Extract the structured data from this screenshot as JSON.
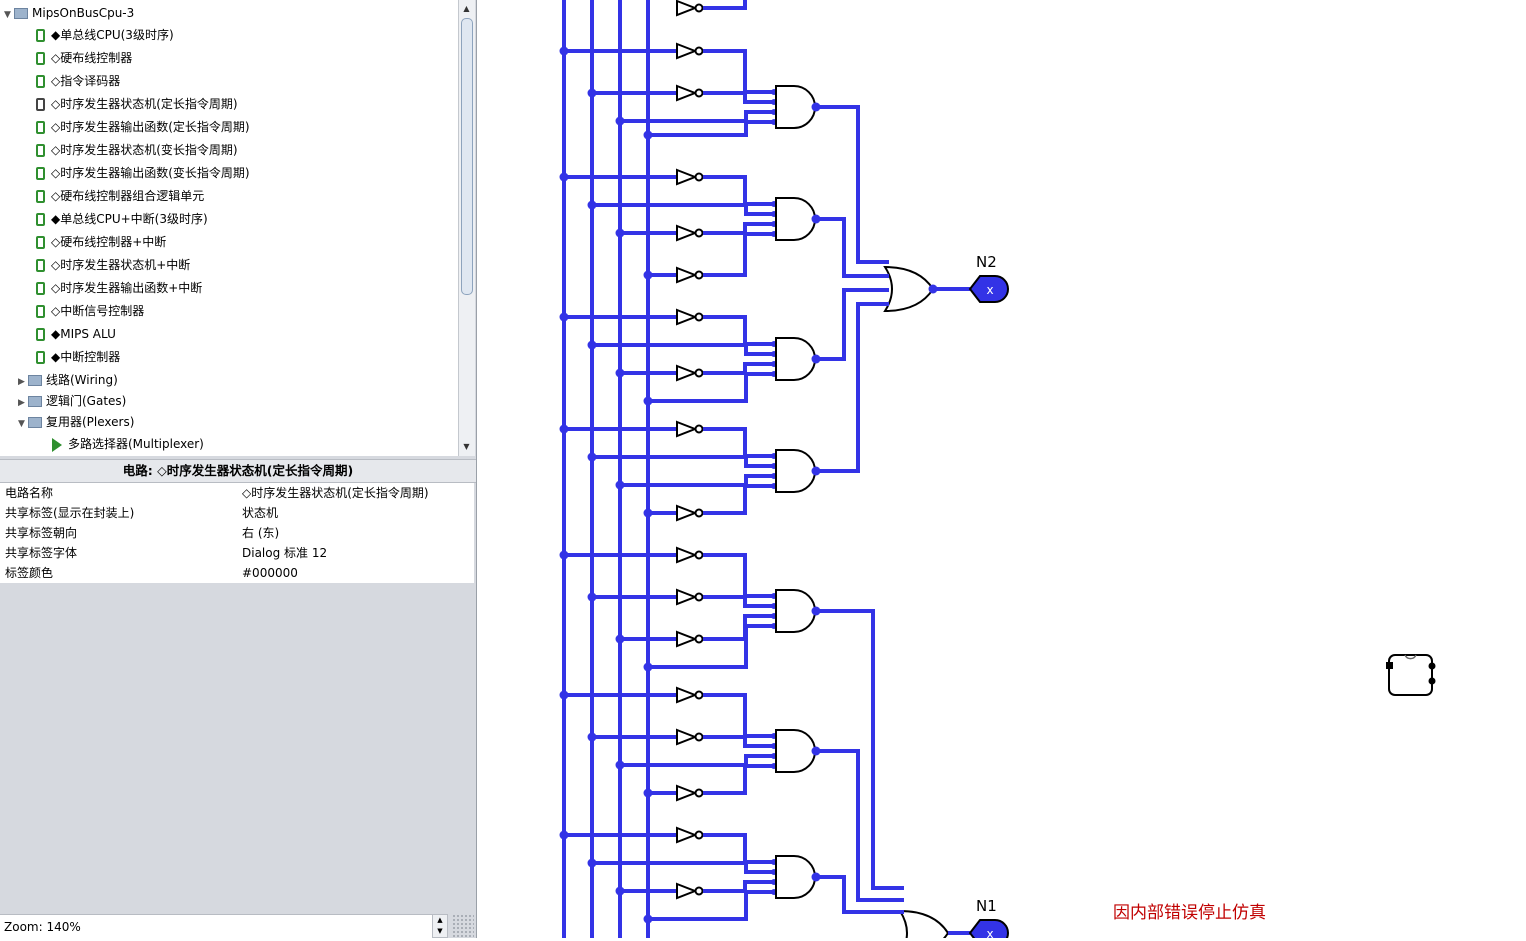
{
  "tree": {
    "project": "MipsOnBusCpu-3",
    "circuits": [
      "◆单总线CPU(3级时序)",
      "◇硬布线控制器",
      "◇指令译码器",
      "◇时序发生器状态机(定长指令周期)",
      "◇时序发生器输出函数(定长指令周期)",
      "◇时序发生器状态机(变长指令周期)",
      "◇时序发生器输出函数(变长指令周期)",
      "◇硬布线控制器组合逻辑单元",
      "◆单总线CPU+中断(3级时序)",
      "◇硬布线控制器+中断",
      "◇时序发生器状态机+中断",
      "◇时序发生器输出函数+中断",
      "◇中断信号控制器",
      "◆MIPS ALU",
      "◆中断控制器"
    ],
    "libraries": [
      "线路(Wiring)",
      "逻辑门(Gates)",
      "复用器(Plexers)"
    ],
    "library_item": "多路选择器(Multiplexer)",
    "icons": [
      "folder-icon",
      "circuit-icon",
      "magnifier-icon",
      "multiplexer-icon"
    ]
  },
  "props": {
    "title": "电路: ◇时序发生器状态机(定长指令周期)",
    "rows": [
      {
        "key": "电路名称",
        "value": "◇时序发生器状态机(定长指令周期)"
      },
      {
        "key": "共享标签(显示在封装上)",
        "value": "状态机"
      },
      {
        "key": "共享标签朝向",
        "value": "右 (东)"
      },
      {
        "key": "共享标签字体",
        "value": "Dialog 标准 12"
      },
      {
        "key": "标签颜色",
        "value": "#000000"
      }
    ]
  },
  "zoom": "Zoom: 140%",
  "canvas": {
    "outputs": [
      {
        "label": "N2",
        "value": "x"
      },
      {
        "label": "N1",
        "value": "x"
      }
    ],
    "error": "因内部错误停止仿真",
    "colors": {
      "wire": "#3333e6",
      "pin": "#3333e6",
      "error": "#c00000"
    }
  }
}
